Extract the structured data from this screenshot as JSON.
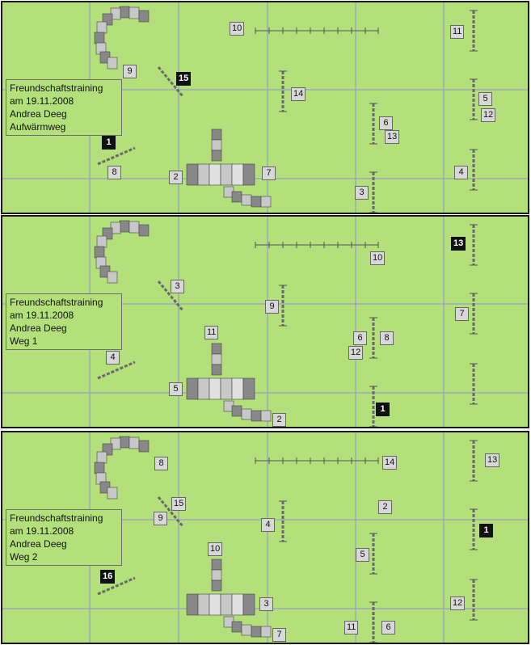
{
  "panels": [
    {
      "info": [
        "Freundschaftstraining",
        "am 19.11.2008",
        "Andrea Deeg",
        "Aufwärmweg"
      ],
      "labels": [
        {
          "t": "10"
        },
        {
          "t": "9"
        },
        {
          "t": "15",
          "start": true
        },
        {
          "t": "11"
        },
        {
          "t": "14"
        },
        {
          "t": "5"
        },
        {
          "t": "12"
        },
        {
          "t": "6"
        },
        {
          "t": "13"
        },
        {
          "t": "1",
          "start": true
        },
        {
          "t": "8"
        },
        {
          "t": "2"
        },
        {
          "t": "7"
        },
        {
          "t": "4"
        },
        {
          "t": "3"
        }
      ]
    },
    {
      "info": [
        "Freundschaftstraining",
        "am 19.11.2008",
        "Andrea Deeg",
        "Weg 1"
      ],
      "labels": [
        {
          "t": "13",
          "start": true
        },
        {
          "t": "10"
        },
        {
          "t": "3"
        },
        {
          "t": "9"
        },
        {
          "t": "7"
        },
        {
          "t": "11"
        },
        {
          "t": "6"
        },
        {
          "t": "8"
        },
        {
          "t": "12"
        },
        {
          "t": "4"
        },
        {
          "t": "5"
        },
        {
          "t": "1",
          "start": true
        },
        {
          "t": "2"
        }
      ]
    },
    {
      "info": [
        "Freundschaftstraining",
        "am 19.11.2008",
        "Andrea Deeg",
        "Weg 2"
      ],
      "labels": [
        {
          "t": "8"
        },
        {
          "t": "14"
        },
        {
          "t": "13"
        },
        {
          "t": "15"
        },
        {
          "t": "9"
        },
        {
          "t": "2"
        },
        {
          "t": "4"
        },
        {
          "t": "1",
          "start": true
        },
        {
          "t": "10"
        },
        {
          "t": "5"
        },
        {
          "t": "16",
          "start": true
        },
        {
          "t": "3"
        },
        {
          "t": "12"
        },
        {
          "t": "11"
        },
        {
          "t": "6"
        },
        {
          "t": "7"
        }
      ]
    }
  ]
}
